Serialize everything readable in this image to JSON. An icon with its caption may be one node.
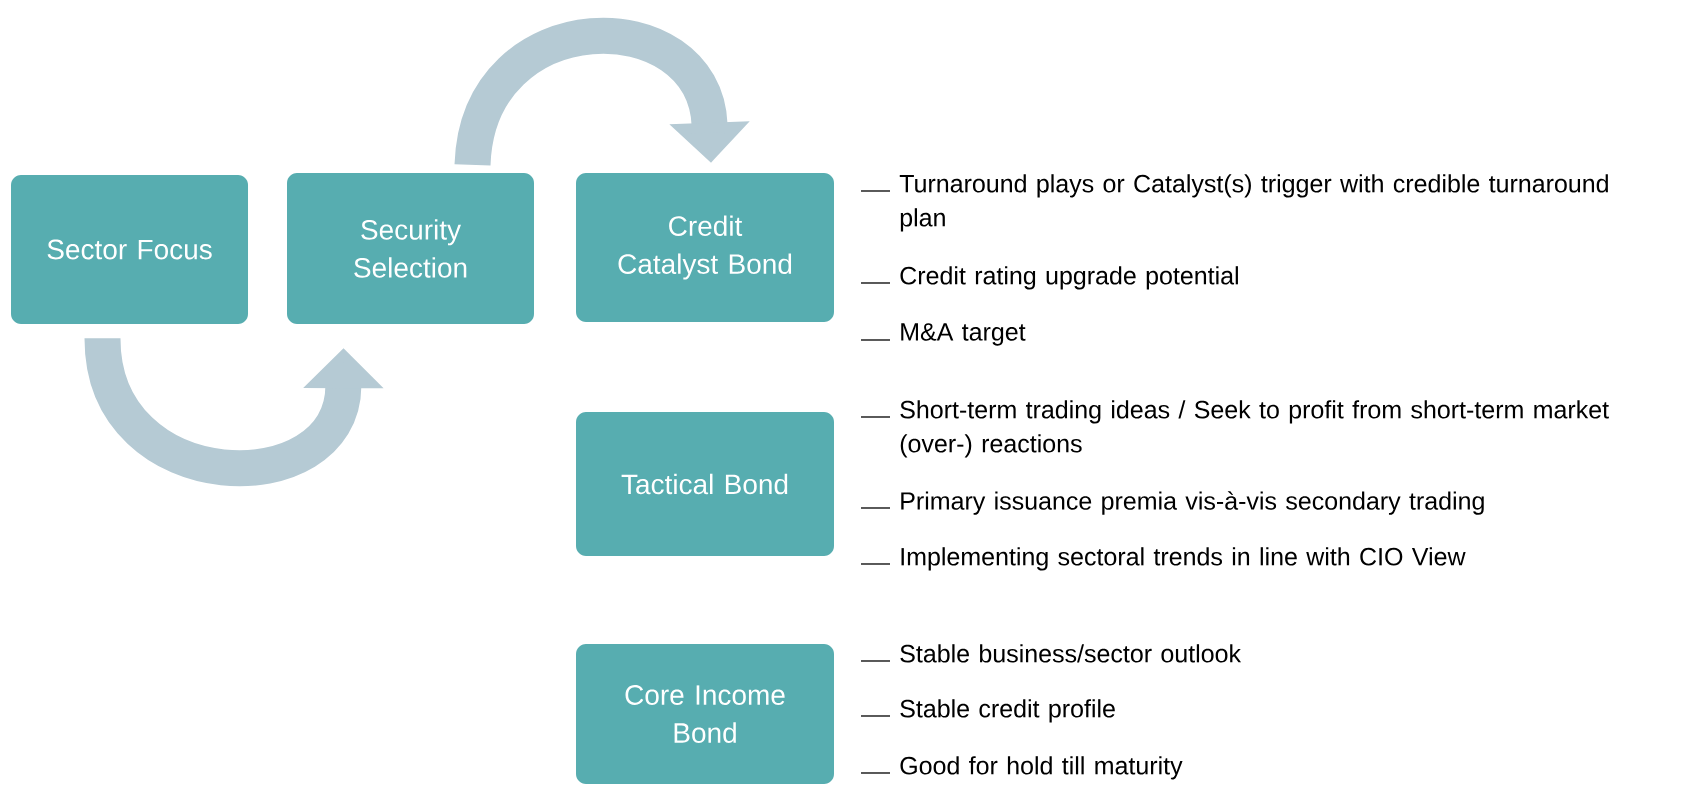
{
  "diagram": {
    "nodes": [
      {
        "text": [
          "Sector Focus"
        ]
      },
      {
        "text": [
          "Security Selection"
        ]
      },
      {
        "text": [
          "Credit Catalyst Bond"
        ],
        "beside": [
          "Turnaround plays or Catalyst(s) trigger with credible turnaround plan",
          "Credit rating upgrade potential",
          "M&A target"
        ]
      },
      {
        "text": [
          "Tactical Bond"
        ],
        "beside": [
          "Short-term trading ideas / Seek to profit from short-term market (over-) reactions",
          "Primary issuance premia vis-à-vis secondary trading",
          "Implementing sectoral trends in line with CIO View"
        ]
      },
      {
        "text": [
          "Core Income Bond"
        ],
        "beside": [
          "Stable business/sector outlook",
          "Stable credit profile",
          "Good for hold till maturity"
        ]
      }
    ],
    "edges": [
      {
        "from": 0,
        "to": 1,
        "arrow": "to"
      },
      {
        "from": 1,
        "to": 2,
        "arrow": "to"
      }
    ]
  }
}
